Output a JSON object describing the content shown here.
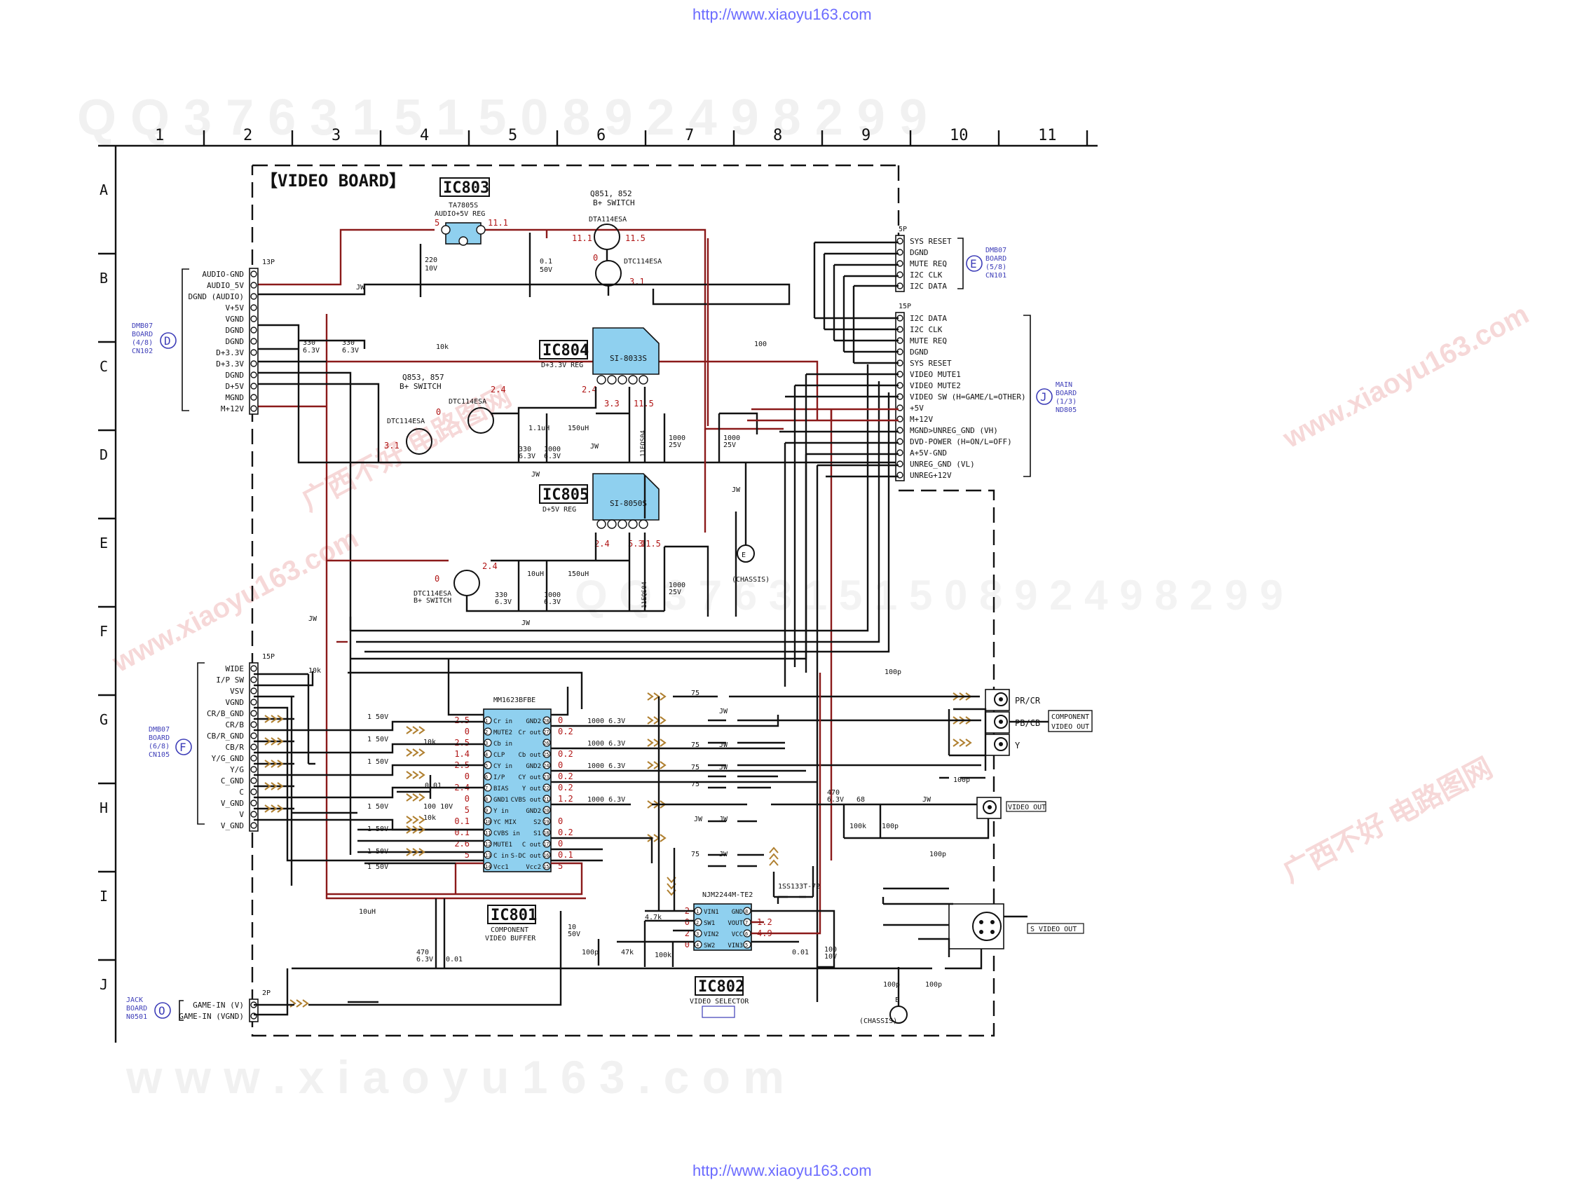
{
  "header": {
    "url_top": "http://www.xiaoyu163.com",
    "url_bottom": "http://www.xiaoyu163.com"
  },
  "watermarks": {
    "qq_top": "Q Q 3 7 6 3 1 5 1 5 0   8 9 2 4 9 8 2 9 9",
    "qq_mid": "Q Q 3 7 6 3 1 5 1 5 0   8 9 2 4 9 8 2 9 9",
    "site_bottom": "w w w . x i a o y u 1 6 3 . c o m",
    "cn_a": "广西不好 电路图网",
    "cn_b": "www.xiaoyu163.com"
  },
  "grid": {
    "cols": [
      "1",
      "2",
      "3",
      "4",
      "5",
      "6",
      "7",
      "8",
      "9",
      "10",
      "11"
    ],
    "rows": [
      "A",
      "B",
      "C",
      "D",
      "E",
      "F",
      "G",
      "H",
      "I",
      "J"
    ]
  },
  "board_title": "【VIDEO BOARD】",
  "ics": {
    "ic803": {
      "name": "IC803",
      "part": "TA7805S",
      "desc": "AUDIO+5V REG"
    },
    "ic804": {
      "name": "IC804",
      "part": "SI-8033S",
      "desc": "D+3.3V REG"
    },
    "ic805": {
      "name": "IC805",
      "part": "SI-8050S",
      "desc": "D+5V REG"
    },
    "ic801": {
      "name": "IC801",
      "part": "MM1623BFBE",
      "desc1": "COMPONENT",
      "desc2": "VIDEO BUFFER"
    },
    "ic802": {
      "name": "IC802",
      "part": "NJM2244M-TE2",
      "desc": "VIDEO SELECTOR"
    }
  },
  "transistors": {
    "q851": {
      "l1": "Q851, 852",
      "l2": "B+ SWITCH",
      "p1": "DTA114ESA",
      "p2": "DTC114ESA"
    },
    "q853": {
      "l1": "Q853, 857",
      "l2": "B+ SWITCH",
      "p1": "DTC114ESA",
      "p2": "DTC114ESA"
    },
    "q855": {
      "p": "DTC114ESA",
      "l": "B+ SWITCH"
    }
  },
  "connectors": {
    "cn102": {
      "ref": "D",
      "board": [
        "DMB07",
        "BOARD",
        "(4/8)",
        "CN102"
      ],
      "pins": "13P",
      "labels": [
        "AUDIO-GND",
        "AUDIO_5V",
        "DGND (AUDIO)",
        "V+5V",
        "VGND",
        "DGND",
        "DGND",
        "D+3.3V",
        "D+3.3V",
        "DGND",
        "D+5V",
        "MGND",
        "M+12V"
      ]
    },
    "cn101": {
      "ref": "E",
      "board": [
        "DMB07",
        "BOARD",
        "(5/8)",
        "CN101"
      ],
      "pins": "5P",
      "labels": [
        "SYS RESET",
        "DGND",
        "MUTE REQ",
        "I2C CLK",
        "I2C DATA"
      ]
    },
    "nd805": {
      "ref": "J",
      "board": [
        "MAIN",
        "BOARD",
        "(1/3)",
        "ND805"
      ],
      "pins": "15P",
      "labels": [
        "I2C DATA",
        "I2C CLK",
        "MUTE REQ",
        "DGND",
        "SYS RESET",
        "VIDEO MUTE1",
        "VIDEO MUTE2",
        "VIDEO SW (H=GAME/L=OTHER)",
        "+5V",
        "M+12V",
        "MGND>UNREG_GND (VH)",
        "DVD-POWER (H=ON/L=OFF)",
        "A+5V-GND",
        "UNREG_GND (VL)",
        "UNREG+12V"
      ]
    },
    "cn105": {
      "ref": "F",
      "board": [
        "DMB07",
        "BOARD",
        "(6/8)",
        "CN105"
      ],
      "pins": "15P",
      "labels": [
        "WIDE",
        "I/P SW",
        "VSV",
        "VGND",
        "CR/B_GND",
        "CR/B",
        "CB/R_GND",
        "CB/R",
        "Y/G_GND",
        "Y/G",
        "C_GND",
        "C",
        "V_GND",
        "V",
        "V_GND"
      ]
    },
    "n0501": {
      "ref": "O",
      "board": [
        "JACK",
        "BOARD",
        "N0501"
      ],
      "pins": "2P",
      "labels": [
        "GAME-IN (V)",
        "GAME-IN (VGND)"
      ]
    }
  },
  "ic801_pins": {
    "left": [
      "Cr in",
      "MUTE2",
      "Cb in",
      "CLP",
      "CY in",
      "I/P",
      "BIAS",
      "GND1",
      "Y in",
      "YC MIX",
      "CVBS in",
      "MUTE1",
      "C in",
      "Vcc1"
    ],
    "right": [
      "GND2",
      "Cr out",
      "",
      "Cb out",
      "GND2",
      "CY out",
      "Y out",
      "CVBS out",
      "GND2",
      "S2",
      "S1",
      "C out",
      "S-DC out",
      "Vcc2"
    ],
    "left_nums": [
      "1",
      "2",
      "3",
      "4",
      "5",
      "6",
      "7",
      "8",
      "9",
      "10",
      "11",
      "12",
      "13",
      "14"
    ],
    "right_nums": [
      "28",
      "27",
      "26",
      "25",
      "24",
      "23",
      "22",
      "21",
      "20",
      "19",
      "18",
      "17",
      "16",
      "15"
    ],
    "left_v": [
      "2.5",
      "0",
      "2.5",
      "1.4",
      "2.5",
      "0",
      "2.4",
      "0",
      "5",
      "0.1",
      "0.1",
      "2.6",
      "5",
      ""
    ],
    "right_v": [
      "0",
      "0.2",
      "",
      "0.2",
      "0",
      "0.2",
      "0.2",
      "1.2",
      "",
      "0",
      "0.2",
      "0",
      "0.1",
      "5"
    ]
  },
  "ic802_pins": {
    "left": [
      "VIN1",
      "SW1",
      "VIN2",
      "SW2"
    ],
    "right": [
      "GND",
      "VOUT",
      "VCC",
      "VIN3"
    ],
    "left_nums": [
      "1",
      "2",
      "3",
      "4"
    ],
    "right_nums": [
      "8",
      "7",
      "6",
      "5"
    ],
    "left_v": [
      "2",
      "0",
      "2",
      "0"
    ],
    "right_v": [
      "",
      "1.2",
      "4.9",
      ""
    ]
  },
  "voltages": {
    "ic803_in": "5",
    "ic803_out": "11.1",
    "q851_a": "11.1",
    "q851_b": "11.5",
    "q852_a": "0",
    "q852_b": "3.1",
    "q853_a": "3.1",
    "q853_b": "0",
    "q853_c": "2.4",
    "ic804_a": "2.4",
    "ic804_b": "3.3",
    "ic804_c": "11.5",
    "q855_a": "0",
    "q855_b": "2.4",
    "ic805_a": "2.4",
    "ic805_b": "5.3",
    "ic805_c": "11.5"
  },
  "components": {
    "c220": [
      "220",
      "10V"
    ],
    "c01": [
      "0.1",
      "50V"
    ],
    "c330a": [
      "330",
      "6.3V"
    ],
    "c330b": [
      "330",
      "6.3V"
    ],
    "r10k": "10k",
    "r100": "100",
    "l11uh": "1.1uH",
    "l150": "150uH",
    "c1000a": [
      "1000",
      "6.3V"
    ],
    "c330c": [
      "330",
      "6.3V"
    ],
    "d11eqs": "11EQS04",
    "c1000b": [
      "1000",
      "25V"
    ],
    "c1000c": [
      "1000",
      "25V"
    ],
    "l10uh": "10uH",
    "l150b": "150uH",
    "c330d": [
      "330",
      "6.3V"
    ],
    "c1000d": [
      "1000",
      "6.3V"
    ],
    "d11eqs2": "11EQS04",
    "c1000e": [
      "1000",
      "25V"
    ],
    "jw": "JW",
    "chassis": "(CHASSIS)",
    "e": "E",
    "c1_50v": "1 50V",
    "c1000_63": "1000 6.3V",
    "r75": "75",
    "r10k_s": "10k",
    "c001": "0.01",
    "c100_10v": "100 10V",
    "c470": [
      "470",
      "6.3V"
    ],
    "r68": "68",
    "r100k": "100k",
    "c100p": "100p",
    "d1ss": "1SS133T-72",
    "r47k": "4.7k",
    "r47kb": "47k",
    "c10_50": [
      "10",
      "50V"
    ],
    "c100p_10v": [
      "100",
      "10V"
    ],
    "c470b": [
      "470",
      "6.3V"
    ],
    "l10uh_b": "10uH",
    "c001b": "0.01"
  },
  "outputs": {
    "pr": "PR/CR",
    "pb": "PB/CB",
    "y": "Y",
    "comp": [
      "COMPONENT",
      "VIDEO OUT"
    ],
    "video_out": "VIDEO OUT",
    "svideo_out": "S VIDEO OUT"
  }
}
